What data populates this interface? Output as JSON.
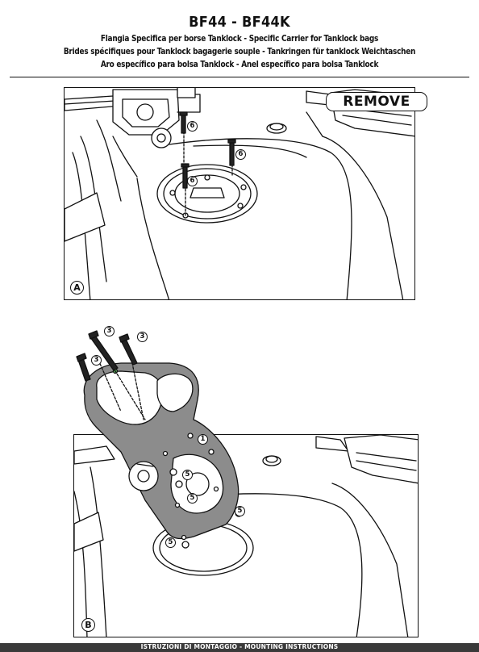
{
  "header": {
    "title": "BF44 - BF44K",
    "lines": [
      "Flangia Specifica per borse Tanklock - Specific Carrier for Tanklock bags",
      "Brides spécifiques pour Tanklock bagagerie souple - Tankringen für tanklock Weichtaschen",
      "Aro específico para bolsa Tanklock - Anel específico para bolsa Tanklock"
    ]
  },
  "panel_a": {
    "label": "A",
    "remove_label": "REMOVE",
    "callouts": [
      "6",
      "6",
      "6"
    ]
  },
  "panel_b": {
    "label": "B",
    "callouts": [
      "3",
      "3",
      "3",
      "1",
      "5",
      "5",
      "5",
      "5"
    ]
  },
  "footer": {
    "text": "ISTRUZIONI DI MONTAGGIO  -  MOUNTING INSTRUCTIONS"
  }
}
